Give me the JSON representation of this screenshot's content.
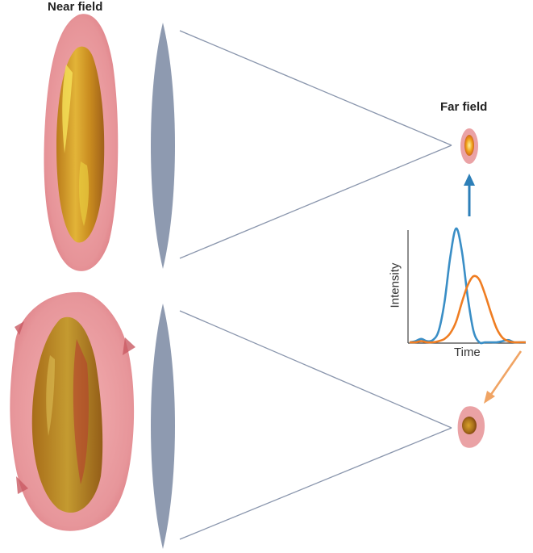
{
  "labels": {
    "near_field": "Near field",
    "far_field": "Far field"
  },
  "plot": {
    "xlabel": "Time",
    "ylabel": "Intensity"
  },
  "colors": {
    "lens": "#8e9ab0",
    "ray": "#8a96ad",
    "blue_trace": "#3a8ec6",
    "orange_trace": "#ef7d22",
    "blue_arrow": "#2d7fb8",
    "orange_arrow": "#f0a464",
    "outer_shell": "#e38b8f",
    "inner_core": "#c98a1a"
  },
  "chart_data": {
    "type": "line",
    "title": "",
    "xlabel": "Time",
    "ylabel": "Intensity",
    "x": [
      0.0,
      0.05,
      0.1,
      0.15,
      0.2,
      0.25,
      0.3,
      0.35,
      0.4,
      0.45,
      0.5,
      0.55,
      0.6,
      0.65,
      0.7,
      0.75,
      0.8,
      0.85,
      0.9,
      0.95,
      1.0
    ],
    "series": [
      {
        "values": [
          0,
          0.01,
          0.03,
          0.01,
          0.02,
          0.1,
          0.35,
          0.75,
          1.0,
          0.8,
          0.4,
          0.1,
          0.0,
          0.0,
          0.0,
          0.0,
          0.01,
          0.02,
          0.0,
          0.0,
          0.0
        ],
        "color": "#3a8ec6"
      },
      {
        "values": [
          0,
          0.0,
          0.01,
          0.0,
          0.0,
          0.01,
          0.03,
          0.08,
          0.18,
          0.35,
          0.5,
          0.58,
          0.55,
          0.42,
          0.26,
          0.12,
          0.04,
          0.01,
          0.0,
          0.0,
          0.0
        ],
        "color": "#ef7d22"
      }
    ]
  }
}
